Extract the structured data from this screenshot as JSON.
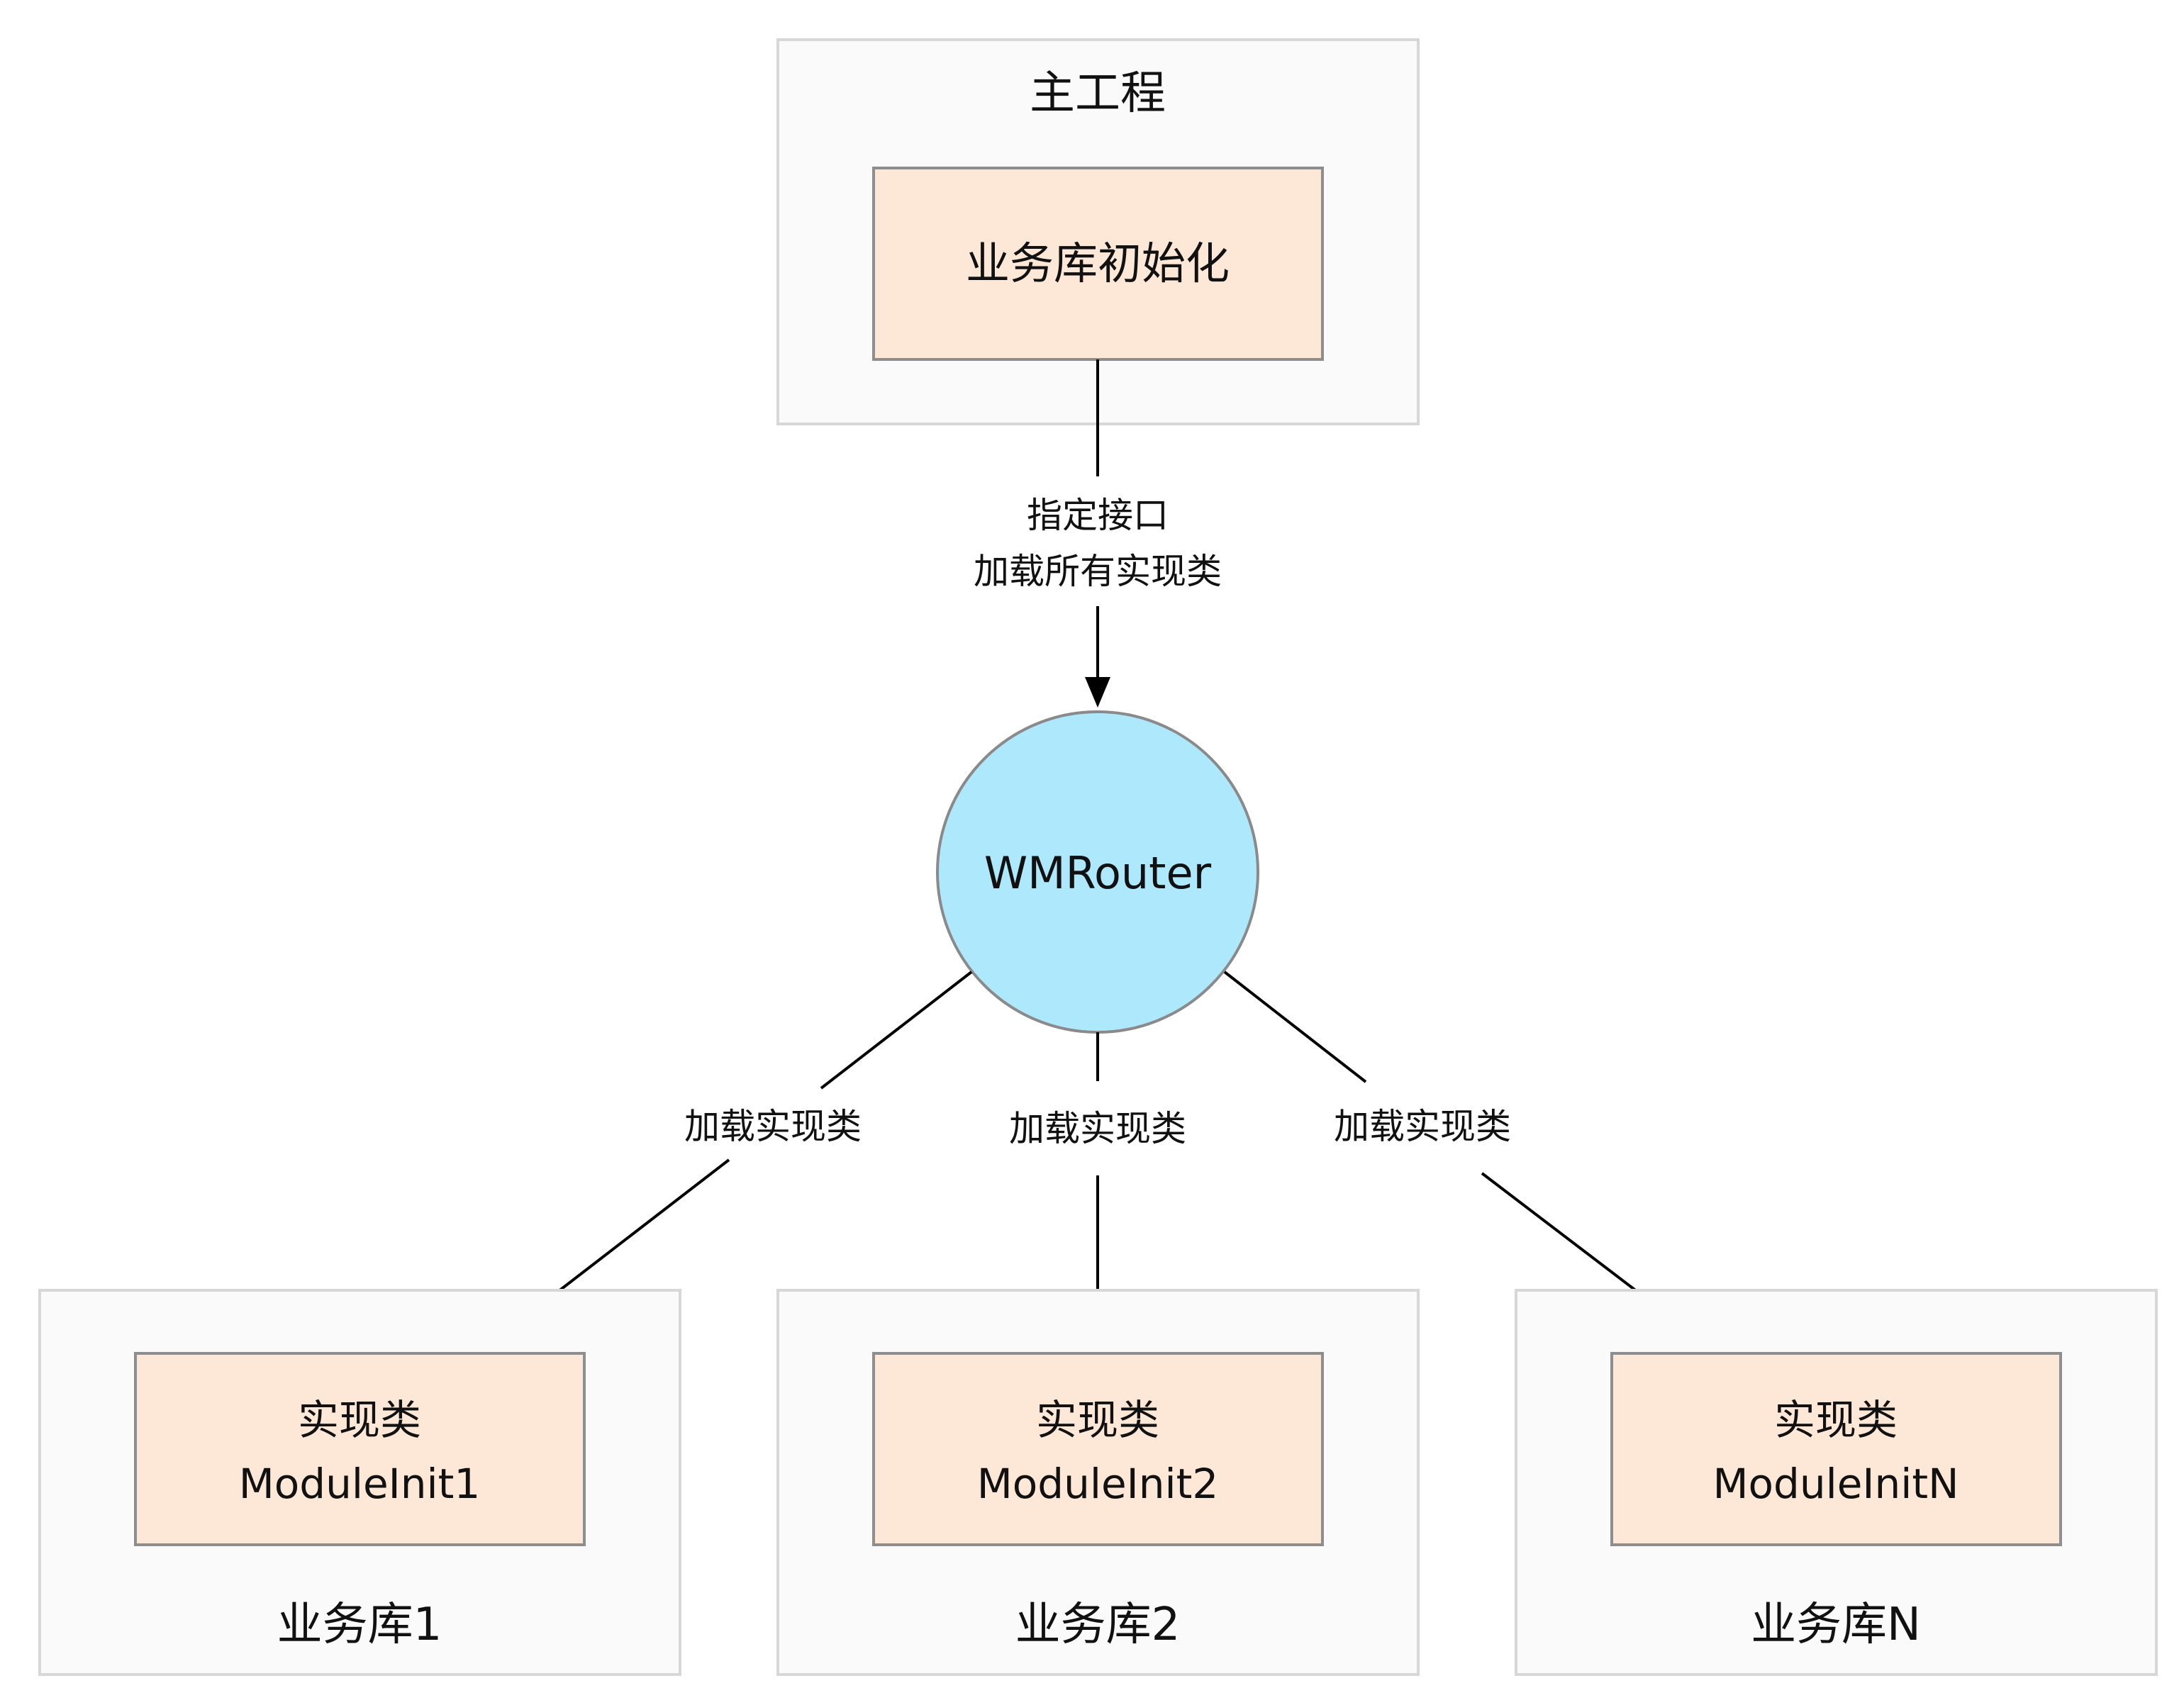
{
  "main_project": {
    "title": "主工程",
    "init_box": "业务库初始化"
  },
  "top_edge": {
    "label_line1": "指定接口",
    "label_line2": "加载所有实现类"
  },
  "router": {
    "label": "WMRouter"
  },
  "bottom_edges": [
    {
      "label": "加载实现类"
    },
    {
      "label": "加载实现类"
    },
    {
      "label": "加载实现类"
    }
  ],
  "business_libs": [
    {
      "title": "业务库1",
      "impl_line1": "实现类",
      "impl_line2": "ModuleInit1"
    },
    {
      "title": "业务库2",
      "impl_line1": "实现类",
      "impl_line2": "ModuleInit2"
    },
    {
      "title": "业务库N",
      "impl_line1": "实现类",
      "impl_line2": "ModuleInitN"
    }
  ],
  "colors": {
    "container_fill": "#fafafa",
    "inner_box_fill": "#fde8d8",
    "router_fill": "#aee8fc"
  }
}
